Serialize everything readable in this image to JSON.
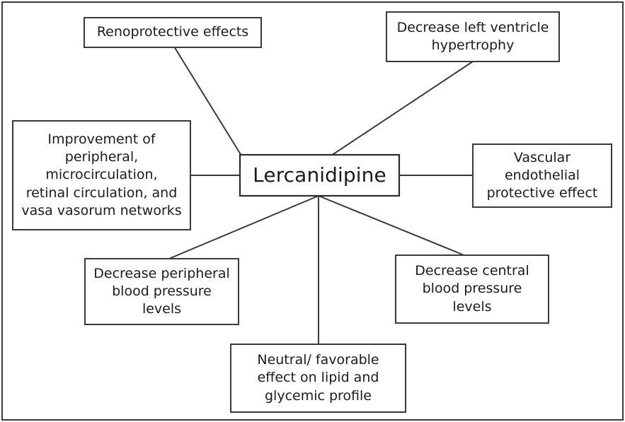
{
  "diagram": {
    "title": "Lercanidipine effects mind map",
    "colors": {
      "background": "#ffffff",
      "box_stroke": "#3a3a3a",
      "frame_stroke": "#3c3c3c",
      "text": "#1b1b1b",
      "connector": "#3a3a3a"
    },
    "center": {
      "id": "lercanidipine",
      "label": "Lercanidipine"
    },
    "nodes": [
      {
        "id": "renoprotective-effects",
        "label": "Renoprotective effects",
        "lines": [
          "Renoprotective effects"
        ]
      },
      {
        "id": "decrease-left-ventricle-hypertrophy",
        "label": "Decrease left ventricle hypertrophy",
        "lines": [
          "Decrease left ventricle",
          "hypertrophy"
        ]
      },
      {
        "id": "improvement-of-peripheral-microcirculation",
        "label": "Improvement of peripheral, microcirculation, retinal circulation, and vasa vasorum networks",
        "lines": [
          "Improvement of",
          "peripheral,",
          "microcirculation,",
          "retinal circulation, and",
          "vasa vasorum networks"
        ]
      },
      {
        "id": "vascular-endothelial-protective-effect",
        "label": "Vascular endothelial protective effect",
        "lines": [
          "Vascular",
          "endothelial",
          "protective effect"
        ]
      },
      {
        "id": "decrease-peripheral-blood-pressure-levels",
        "label": "Decrease peripheral blood pressure levels",
        "lines": [
          "Decrease peripheral",
          "blood pressure",
          "levels"
        ]
      },
      {
        "id": "decrease-central-blood-pressure-levels",
        "label": "Decrease central blood pressure levels",
        "lines": [
          "Decrease central",
          "blood pressure",
          "levels"
        ]
      },
      {
        "id": "neutral-favorable-effect-lipid-glycemic",
        "label": "Neutral/ favorable effect on lipid and glycemic profile",
        "lines": [
          "Neutral/ favorable",
          "effect on lipid and",
          "glycemic profile"
        ]
      }
    ]
  }
}
